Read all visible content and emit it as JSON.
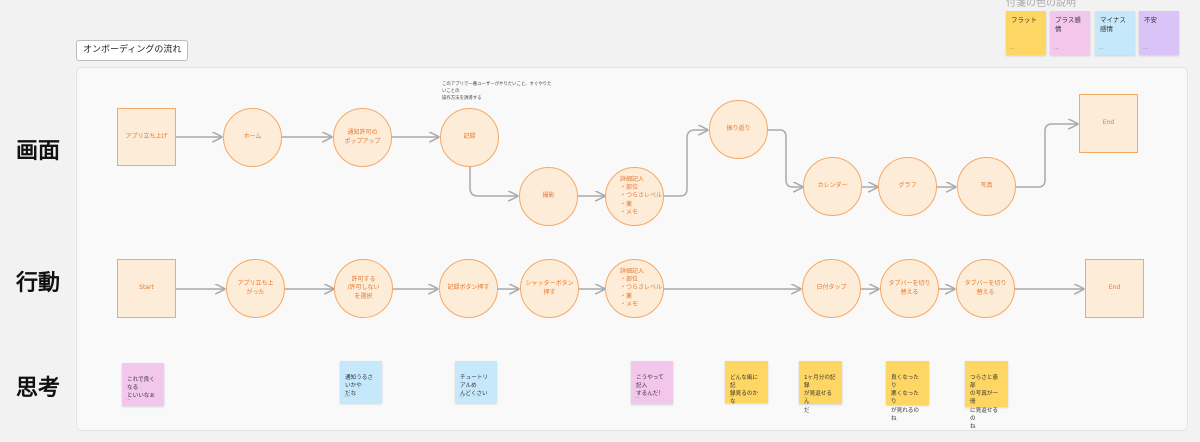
{
  "title": "オンボーディングの流れ",
  "legend": {
    "title": "付箋の色の説明",
    "items": [
      {
        "label": "フラット",
        "color": "#fdd663"
      },
      {
        "label": "プラス感情",
        "color": "#f3c6ec"
      },
      {
        "label": "マイナス感情",
        "color": "#c6e8fb"
      },
      {
        "label": "不安",
        "color": "#d9c3f7"
      }
    ]
  },
  "row_labels": {
    "screen": "画面",
    "action": "行動",
    "thought": "思考"
  },
  "annotation": "このアプリで一番ユーザーがやりたいこと、すぐやりたいことの\n操作方法を誘導する",
  "screen_nodes": {
    "app_launch": "アプリ立ち上げ",
    "home": "ホーム",
    "notify_popup": "通知許可の\nポップアップ",
    "record": "記録",
    "shoot": "撮影",
    "detail_input": "詳細記入\n・部位\n・つらさレベル\n・薬\n・メモ",
    "review": "振り返り",
    "calendar": "カレンダー",
    "graph": "グラフ",
    "photo": "写真",
    "end": "End"
  },
  "action_nodes": {
    "start": "Start",
    "app_launched": "アプリ立ち上\nがった",
    "allow_deny": "許可する\n/許可しない\nを選択",
    "record_button": "記録ボタン押す",
    "shutter": "シャッターボタン\n押す",
    "detail_input": "詳細記入\n・部位\n・つらさレベル\n・薬\n・メモ",
    "date_tap": "日付タップ",
    "tabbar_switch_1": "タブバーを切り\n替える",
    "tabbar_switch_2": "タブバーを切り\n替える",
    "end": "End"
  },
  "thought_notes": [
    {
      "text": "これで良くなる\nといいなぁ",
      "color": "#f3c6ec"
    },
    {
      "text": "通知うるさいかや\nだな",
      "color": "#c6e8fb"
    },
    {
      "text": "チュートリアルめ\nんどくさい",
      "color": "#c6e8fb"
    },
    {
      "text": "こうやって記入\nするんだ！",
      "color": "#f3c6ec"
    },
    {
      "text": "どんな風に記\n録見るのかな",
      "color": "#fdd663"
    },
    {
      "text": "1ヶ月分の記録\nが見返せるん\nだ",
      "color": "#fdd663"
    },
    {
      "text": "良くなったり\n悪くなったり\nが見れるのね",
      "color": "#fdd663"
    },
    {
      "text": "つらさと患部\nの写真が一冊\nに見返せるの\nね",
      "color": "#fdd663"
    }
  ],
  "note_footer": "...",
  "colors": {
    "node_fill": "#fdecd7",
    "node_stroke": "#f6a865",
    "node_text": "#e5782c",
    "connector": "#a9a9a9"
  }
}
